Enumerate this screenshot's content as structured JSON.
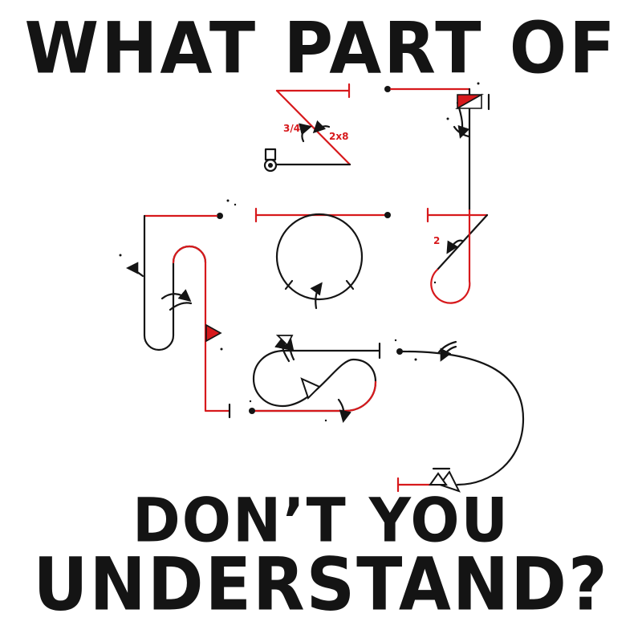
{
  "headline": {
    "top": "WHAT PART OF",
    "middle": "DON’T YOU",
    "bottom": "UNDERSTAND?"
  },
  "labels": {
    "angle": "3/4",
    "lumber": "2x8",
    "count": "2"
  },
  "colors": {
    "ink": "#141414",
    "accent": "#d7191c",
    "background": "#ffffff"
  },
  "icons": [
    "rigging-diagram",
    "hook-icon",
    "direction-arrow-icon",
    "pennant-flag-icon",
    "pulley-triangle-icon"
  ]
}
